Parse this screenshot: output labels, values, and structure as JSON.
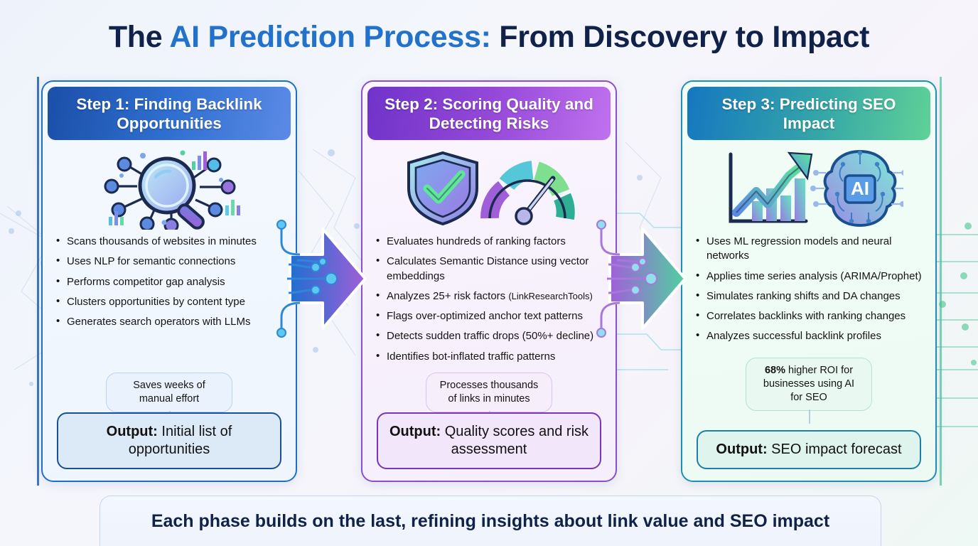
{
  "title": {
    "part1": "The ",
    "accent": "AI Prediction Process:",
    "part2": " From Discovery to Impact"
  },
  "colors": {
    "step1": "#2f6fd0",
    "step2": "#9448d8",
    "step3": "#35a6a8",
    "title_accent": "#2272cc",
    "title_dark": "#10214a"
  },
  "cards": [
    {
      "heading": "Step 1: Finding Backlink Opportunities",
      "icon": "magnifier-network-icon",
      "bullets": [
        "Scans thousands of websites in minutes",
        "Uses NLP for semantic connections",
        "Performs competitor gap analysis",
        "Clusters opportunities by content type",
        "Generates search operators with LLMs"
      ],
      "badge": "Saves weeks of manual effort",
      "badge_bold": "",
      "badge_rest": "",
      "output_label": "Output:",
      "output_value": " Initial list of opportunities"
    },
    {
      "heading": "Step 2: Scoring Quality and Detecting Risks",
      "icon": "shield-gauge-icon",
      "bullets": [
        "Evaluates hundreds of ranking factors",
        "Calculates Semantic Distance using vector embeddings",
        "Analyzes 25+ risk factors (LinkResearchTools)",
        "Flags over-optimized anchor text patterns",
        "Detects sudden traffic drops (50%+ decline)",
        "Identifies bot-inflated traffic patterns"
      ],
      "badge": "Processes thousands of links in minutes",
      "badge_bold": "",
      "badge_rest": "",
      "output_label": "Output:",
      "output_value": " Quality scores and risk assessment"
    },
    {
      "heading": "Step 3: Predicting SEO Impact",
      "icon": "growth-chart-ai-brain-icon",
      "bullets": [
        "Uses ML regression models and neural networks",
        "Applies time series analysis (ARIMA/Prophet)",
        "Simulates ranking shifts and DA changes",
        "Correlates backlinks with ranking changes",
        "Analyzes successful backlink profiles"
      ],
      "badge": "",
      "badge_bold": "68%",
      "badge_rest": " higher ROI for businesses using AI for SEO",
      "output_label": "Output:",
      "output_value": " SEO impact forecast"
    }
  ],
  "arrows": [
    {
      "name": "arrow-step1-to-step2",
      "from": "#2f6fd0",
      "to": "#9448d8"
    },
    {
      "name": "arrow-step2-to-step3",
      "from": "#9448d8",
      "to": "#4fd1a0"
    }
  ],
  "footer": "Each phase builds on the last, refining insights about link value and SEO impact"
}
